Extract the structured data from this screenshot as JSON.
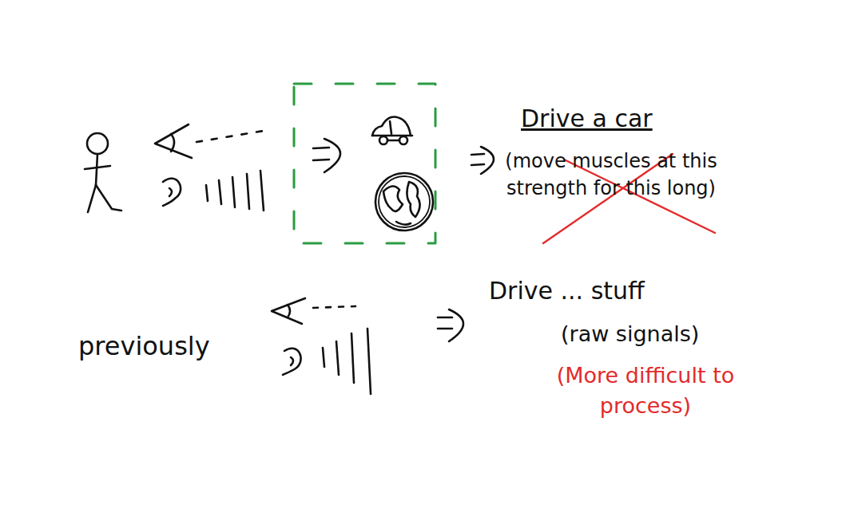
{
  "diagram": {
    "labels": [
      "Drive a car",
      "(move muscles at this strength for this long)",
      "previously",
      "Drive ... stuff",
      "(raw signals)",
      "(More difficult to process)"
    ]
  }
}
